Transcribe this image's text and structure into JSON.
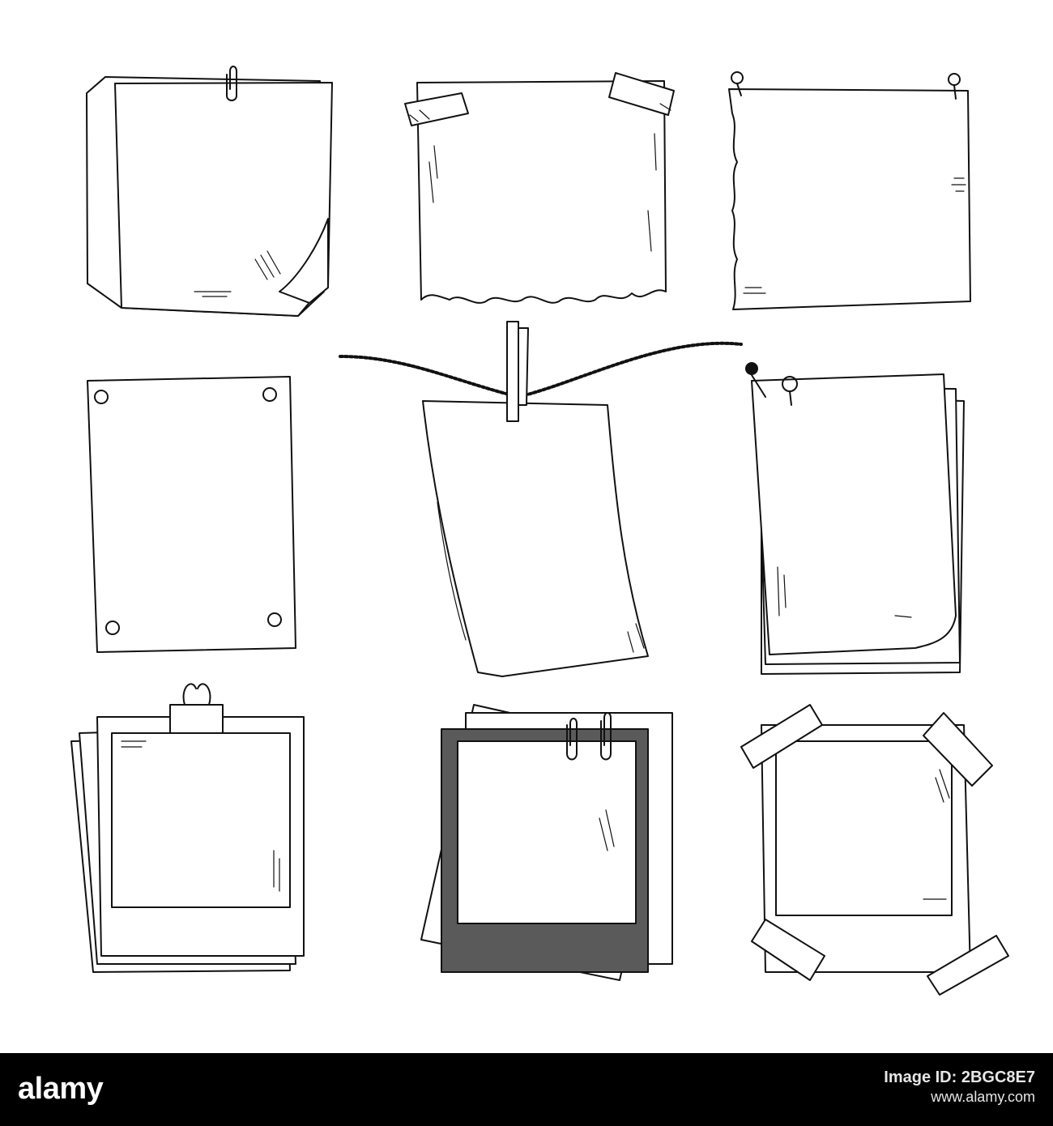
{
  "palette": {
    "background": "#ffffff",
    "ink": "#111111",
    "footer": "#000000",
    "footer_text": "#ffffff"
  },
  "artwork": {
    "items": [
      {
        "name": "note-curled-corner",
        "attachment": "paperclip-icon"
      },
      {
        "name": "note-torn-bottom",
        "attachment": "tape-strip-icon"
      },
      {
        "name": "note-torn-left",
        "attachment": "pin-icon"
      },
      {
        "name": "note-four-rivets",
        "attachment": "rivet-icon"
      },
      {
        "name": "note-on-rope",
        "attachment": "clothespin-icon"
      },
      {
        "name": "note-stack-pushpins",
        "attachment": "pushpin-icon"
      },
      {
        "name": "photo-dotted-binder",
        "attachment": "binder-clip-icon"
      },
      {
        "name": "photo-hatched-clips",
        "attachment": "paperclip-icon"
      },
      {
        "name": "photo-taped-corners",
        "attachment": "tape-strip-icon"
      }
    ]
  },
  "footer": {
    "logo": "alamy",
    "stock_label": "Image ID: 2BGC8E7",
    "site": "www.alamy.com"
  }
}
